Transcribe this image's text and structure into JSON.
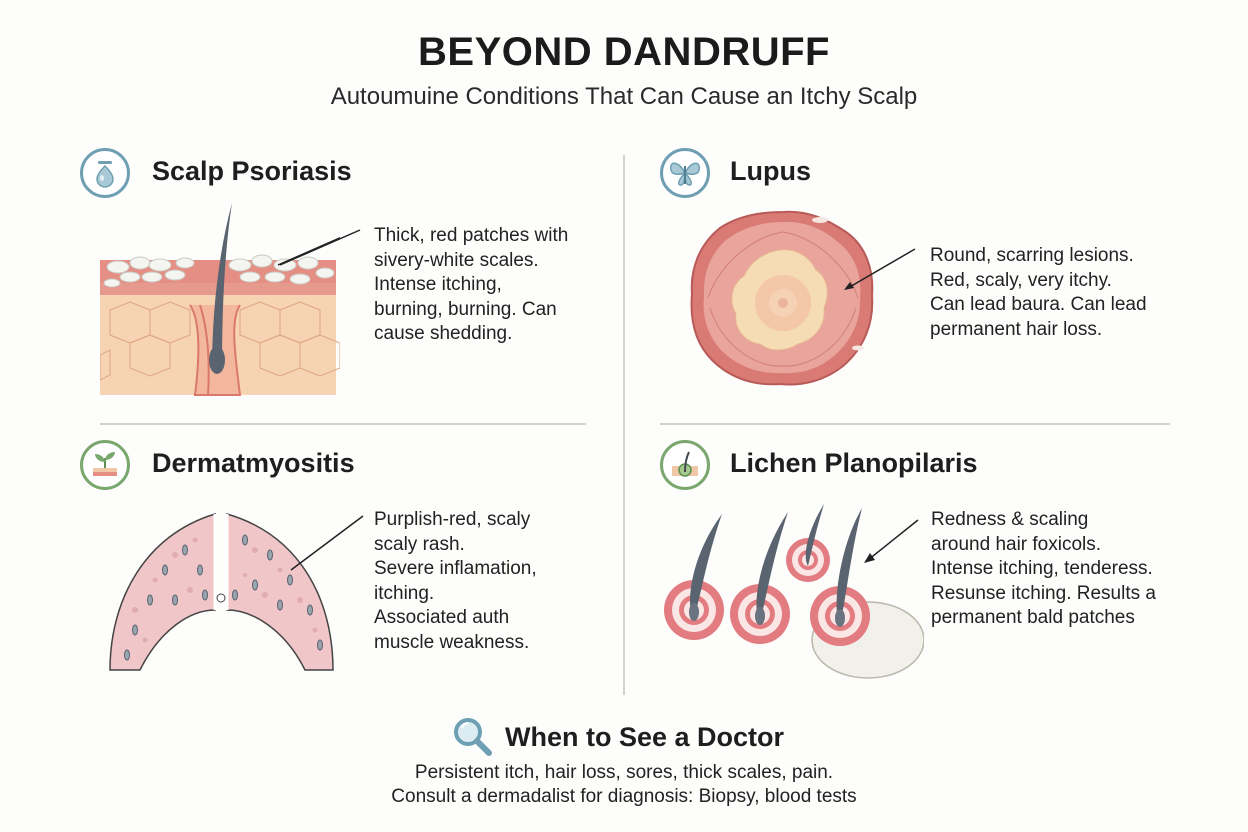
{
  "header": {
    "title": "BEYOND DANDRUFF",
    "subtitle": "Autoumuine Conditions That Can Cause an Itchy Scalp"
  },
  "sections": [
    {
      "title": "Scalp Psoriasis",
      "icon": "droplet-icon",
      "lines": [
        "Thick, red patches with",
        "sivery-white scales.",
        "Intense itching,",
        "burning, burning. Can",
        "cause shedding."
      ]
    },
    {
      "title": "Lupus",
      "icon": "butterfly-icon",
      "lines": [
        "Round, scarring lesions.",
        "Red, scaly, very itchy.",
        "Can lead baura. Can lead",
        "permanent hair loss."
      ]
    },
    {
      "title": "Dermatmyositis",
      "icon": "sprout-icon",
      "lines": [
        "Purplish-red, scaly",
        "scaly rash.",
        "Severe inflamation,",
        "itching.",
        "Associated auth",
        "muscle weakness."
      ]
    },
    {
      "title": "Lichen Planopilaris",
      "icon": "hair-follicle-icon",
      "lines": [
        "Redness & scaling",
        "around hair foxicols.",
        "Intense itching, tenderess.",
        "Resunse itching. Results a",
        "permanent bald patches"
      ]
    }
  ],
  "doctor": {
    "title": "When to See a Doctor",
    "icon": "magnifier-icon",
    "line1": "Persistent itch, hair loss, sores, thick scales, pain.",
    "line2": "Consult a dermadalist for diagnosis: Biopsy, blood tests"
  },
  "colors": {
    "accent_blue": "#6f9fb3",
    "accent_green": "#7aa76e",
    "skin_red": "#e07a78",
    "skin_pale": "#f6d3b3"
  }
}
